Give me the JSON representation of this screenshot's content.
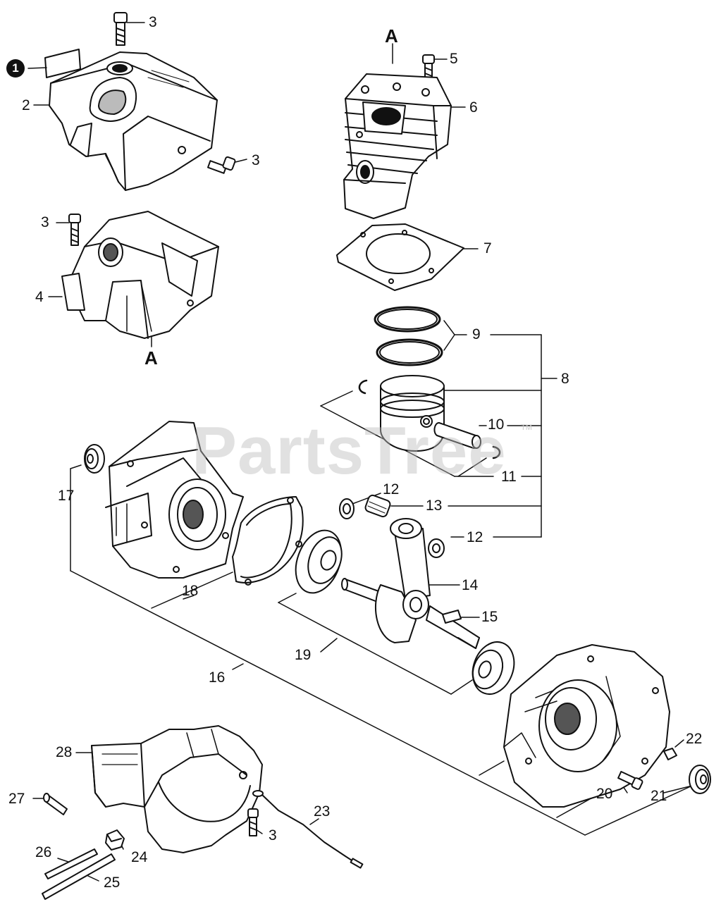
{
  "watermark": {
    "text": "PartsTree",
    "tm": "TM"
  },
  "callouts": {
    "badge_1": "1",
    "c2": "2",
    "c3_top": "3",
    "c3_cover": "3",
    "c3_shroud": "3",
    "c3_bottom": "3",
    "c4": "4",
    "c5": "5",
    "c6": "6",
    "c7": "7",
    "c8": "8",
    "c9": "9",
    "c10": "10",
    "c11": "11",
    "c12_top": "12",
    "c12_right": "12",
    "c13": "13",
    "c14": "14",
    "c15": "15",
    "c16": "16",
    "c17": "17",
    "c18": "18",
    "c19": "19",
    "c20": "20",
    "c21": "21",
    "c22": "22",
    "c23": "23",
    "c24": "24",
    "c25": "25",
    "c26": "26",
    "c27": "27",
    "c28": "28",
    "ref_top": "A",
    "ref_bottom": "A"
  }
}
